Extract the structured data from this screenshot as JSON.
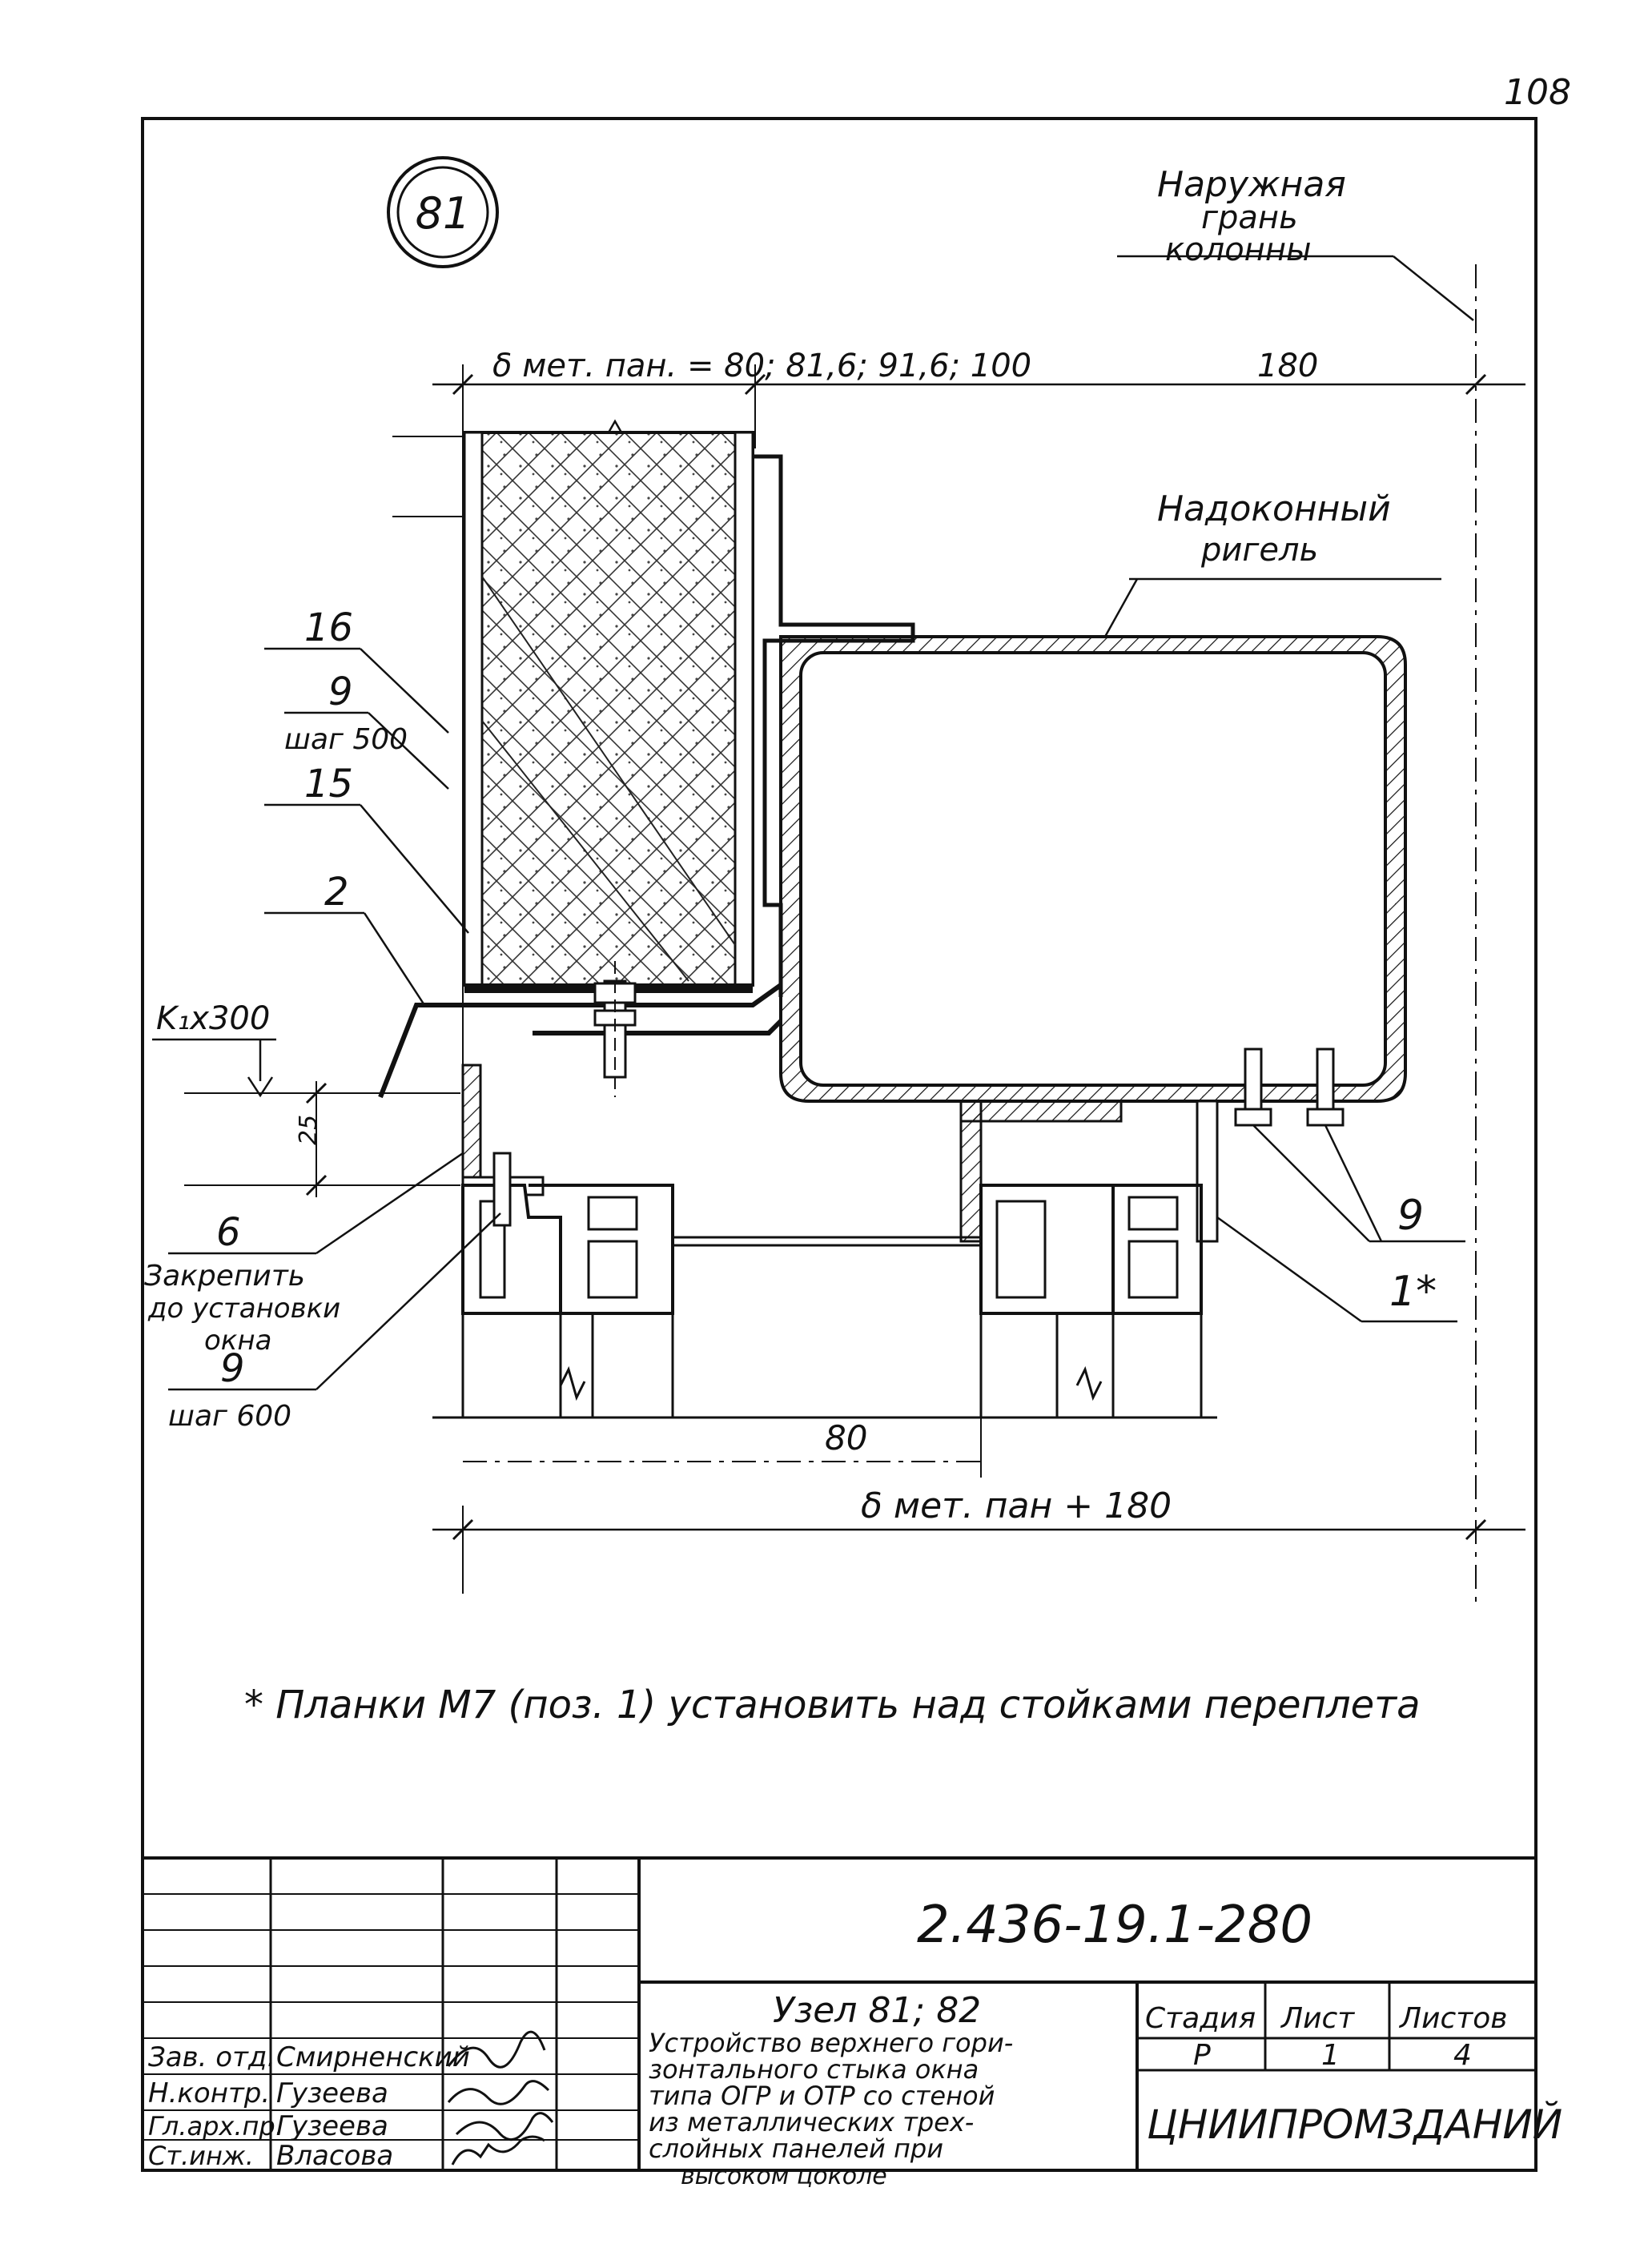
{
  "page_number": "108",
  "node_label": "81",
  "labels": {
    "outer_face_l1": "Наружная",
    "outer_face_l2": "грань",
    "outer_face_l3": "колонны",
    "lintel_l1": "Надоконный",
    "lintel_l2": "ригель",
    "callout_16": "16",
    "callout_9a": "9",
    "callout_9a_step": "шаг 500",
    "callout_15": "15",
    "callout_2": "2",
    "callout_k": "K₁x300",
    "callout_6": "6",
    "fix_note_l1": "Закрепить",
    "fix_note_l2": "до установки",
    "fix_note_l3": "окна",
    "callout_9b": "9",
    "callout_9b_step": "шаг 600",
    "callout_9c": "9",
    "callout_1": "1*"
  },
  "dimensions": {
    "top_left": "δ мет. пан. = 80; 81,6; 91,6; 100",
    "top_right": "180",
    "dim_25": "25",
    "dim_80": "80",
    "bottom": "δ мет. пан + 180"
  },
  "footnote": "* Планки М7 (поз. 1) установить над стойками переплета",
  "title_block": {
    "document_code": "2.436-19.1-280",
    "title_l1": "Узел 81; 82",
    "title_l2": "Устройство верхнего гори-",
    "title_l3": "зонтального стыка окна",
    "title_l4": "типа ОГР и ОТР со стеной",
    "title_l5": "из металлических трех-",
    "title_l6": "слойных панелей при",
    "title_l7": "высоком цоколе",
    "stage_header": "Стадия",
    "sheet_header": "Лист",
    "sheets_header": "Листов",
    "stage": "Р",
    "sheet": "1",
    "sheets": "4",
    "organization": "ЦНИИПРОМЗДАНИЙ",
    "roles": [
      {
        "role": "Зав. отд.",
        "name": "Смирненский"
      },
      {
        "role": "Н.контр.",
        "name": "Гузеева"
      },
      {
        "role": "Гл.арх.пр.",
        "name": "Гузеева"
      },
      {
        "role": "Ст.инж.",
        "name": "Власова"
      }
    ]
  }
}
